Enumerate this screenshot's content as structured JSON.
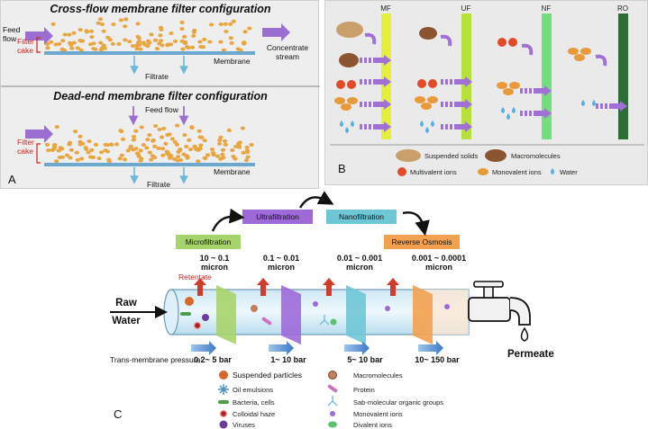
{
  "panel_a": {
    "letter": "A",
    "cross_flow": {
      "title": "Cross-flow membrane filter configuration",
      "feed_label_line1": "Feed",
      "feed_label_line2": "flow",
      "filter_cake_line1": "Filter",
      "filter_cake_line2": "cake",
      "membrane": "Membrane",
      "filtrate": "Filtrate",
      "concentrate_line1": "Concentrate",
      "concentrate_line2": "stream"
    },
    "dead_end": {
      "title": "Dead-end membrane filter configuration",
      "feed_flow": "Feed flow",
      "filter_cake_line1": "Filter",
      "filter_cake_line2": "cake",
      "membrane": "Membrane",
      "filtrate": "Filtrate"
    },
    "colors": {
      "particle": "#e8a640",
      "membrane": "#6fa8cf",
      "arrow": "#9b6fd1",
      "filtrate_arrow": "#6fb7d9"
    }
  },
  "panel_b": {
    "letter": "B",
    "membranes": [
      {
        "label": "MF",
        "color": "#e5ef3a"
      },
      {
        "label": "UF",
        "color": "#b7e03a"
      },
      {
        "label": "NF",
        "color": "#72e07a"
      },
      {
        "label": "RO",
        "color": "#2e6e36"
      }
    ],
    "legend": {
      "suspended_solids": "Suspended solids",
      "macromolecules": "Macromolecules",
      "multivalent_ions": "Multivalent ions",
      "monovalent_ions": "Monovalent ions",
      "water": "Water"
    },
    "colors": {
      "suspended": "#c9a06c",
      "macro": "#8a5530",
      "multivalent": "#e24a2a",
      "monovalent": "#e89a3a",
      "water": "#5aaee0",
      "arrow": "#a070d8"
    }
  },
  "panel_c": {
    "letter": "C",
    "processes": [
      {
        "name": "Microfiltration",
        "color": "#a7d46a",
        "size_line1": "10 ~ 0.1",
        "size_line2": "micron",
        "pressure": "0.2~ 5 bar"
      },
      {
        "name": "Ultrafiltration",
        "color": "#9d6ad8",
        "size_line1": "0.1 ~ 0.01",
        "size_line2": "micron",
        "pressure": "1~ 10 bar"
      },
      {
        "name": "Nanofiltration",
        "color": "#6fc7d6",
        "size_line1": "0.01 ~ 0.001",
        "size_line2": "micron",
        "pressure": "5~ 10 bar"
      },
      {
        "name": "Reverse Osmosis",
        "color": "#f2a14e",
        "size_line1": "0.001 ~ 0.0001",
        "size_line2": "micron",
        "pressure": "10~ 150 bar"
      }
    ],
    "retentate": "Retentate",
    "raw_line1": "Raw",
    "raw_line2": "Water",
    "permeate": "Permeate",
    "pressure_label": "Trans-membrane pressure:",
    "legend": [
      {
        "label": "Suspended particles",
        "icon": "suspended-particle-icon"
      },
      {
        "label": "Macromolecules",
        "icon": "macromolecule-icon"
      },
      {
        "label": "Oil emulsions",
        "icon": "oil-emulsion-icon"
      },
      {
        "label": "Protein",
        "icon": "protein-icon"
      },
      {
        "label": "Bacteria, cells",
        "icon": "bacteria-icon"
      },
      {
        "label": "Sab-molecular organic groups",
        "icon": "organic-group-icon"
      },
      {
        "label": "Colloidal haze",
        "icon": "colloidal-haze-icon"
      },
      {
        "label": "Monovalent ions",
        "icon": "monovalent-ion-icon"
      },
      {
        "label": "Viruses",
        "icon": "virus-icon"
      },
      {
        "label": "Divalent ions",
        "icon": "divalent-ion-icon"
      }
    ]
  }
}
